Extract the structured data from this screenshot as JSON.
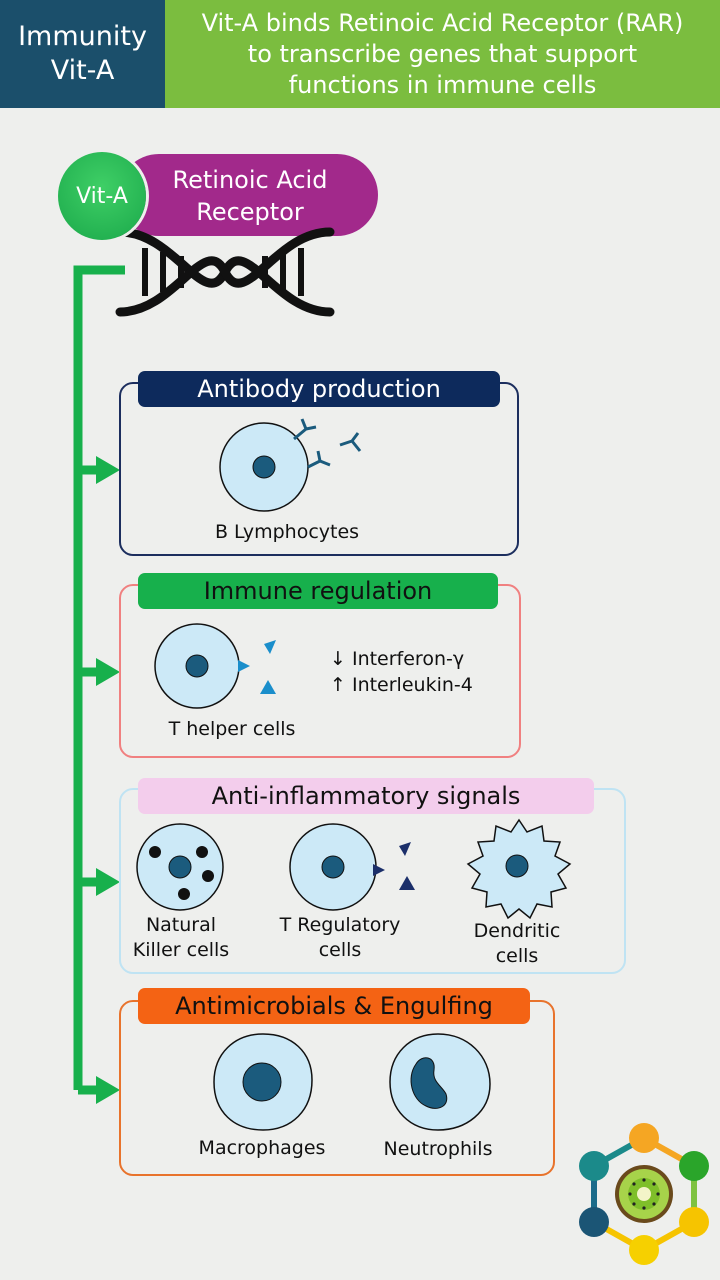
{
  "header": {
    "topic_line1": "Immunity",
    "topic_line2": "Vit-A",
    "summary_line1": "Vit-A binds Retinoic Acid Receptor (RAR)",
    "summary_line2": "to transcribe genes that support",
    "summary_line3": "functions in immune cells"
  },
  "receptor": {
    "vit_a_label": "Vit-A",
    "line1": "Retinoic Acid",
    "line2": "Receptor"
  },
  "sections": {
    "antibody": {
      "title": "Antibody production",
      "cell_label": "B Lymphocytes",
      "title_color": "#0d2a5c",
      "border_color": "#1c2e5e"
    },
    "regulation": {
      "title": "Immune regulation",
      "cell_label": "T helper cells",
      "effect1": "↓ Interferon-γ",
      "effect2": "↑ Interleukin-4",
      "title_color": "#17b04c",
      "border_color": "#f08080"
    },
    "antiinflam": {
      "title": "Anti-inflammatory signals",
      "cell1_line1": "Natural",
      "cell1_line2": "Killer cells",
      "cell2_line1": "T Regulatory",
      "cell2_line2": "cells",
      "cell3_line1": "Dendritic",
      "cell3_line2": "cells",
      "title_color": "#f3cdec",
      "border_color": "#bfe3f3"
    },
    "antimicrobial": {
      "title": "Antimicrobials & Engulfing",
      "cell1_label": "Macrophages",
      "cell2_label": "Neutrophils",
      "title_color": "#f46314",
      "border_color": "#e8732c"
    }
  }
}
